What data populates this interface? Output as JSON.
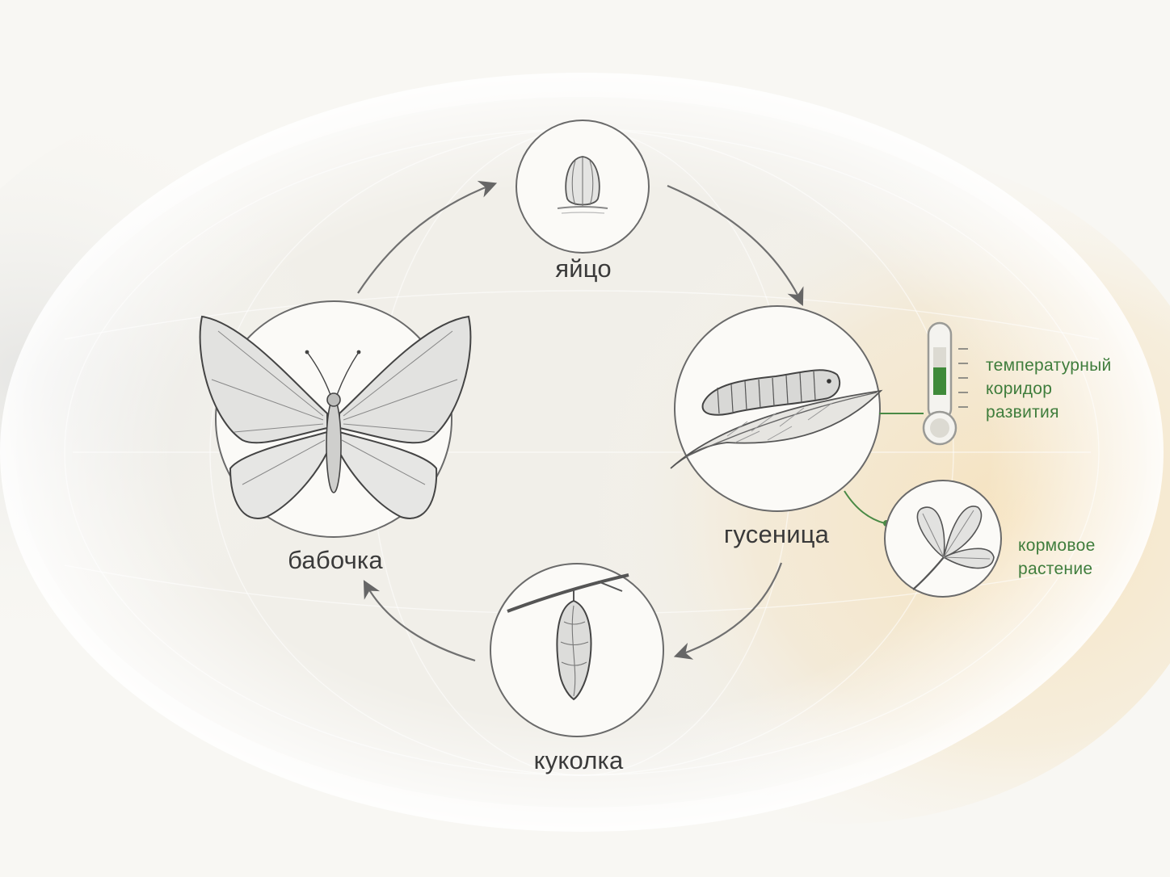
{
  "stages": {
    "egg": "яйцо",
    "caterpillar": "гусеница",
    "pupa": "куколка",
    "butterfly": "бабочка"
  },
  "temperature_note": {
    "line1": "температурный",
    "line2": "коридор",
    "line3": "развития",
    "fill_fraction": 0.34
  },
  "host_plant_note": {
    "line1": "кормовое",
    "line2": "растение"
  },
  "colors": {
    "line": "#5a5a5a",
    "arrow": "#666666",
    "accent_green": "#3f7d3c",
    "thermo_fill": "#3f8a3a",
    "warm_glow": "#f3d9a8"
  }
}
